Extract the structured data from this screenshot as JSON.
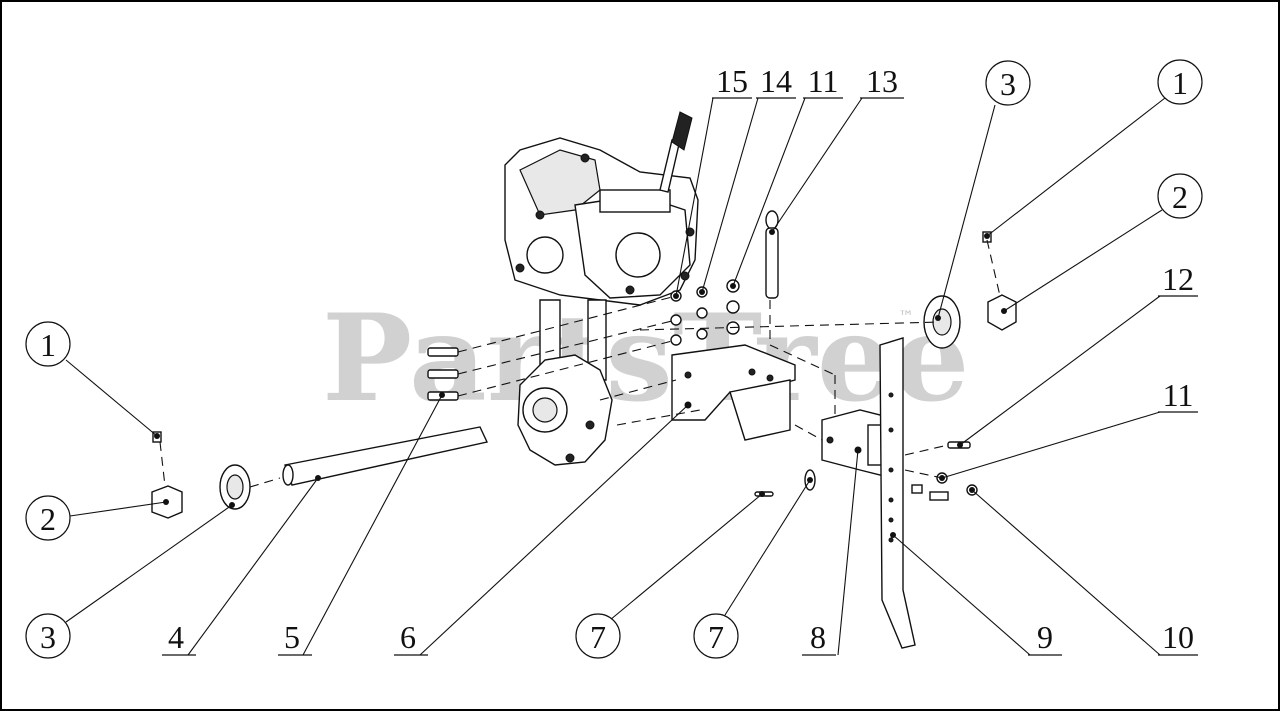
{
  "watermark": {
    "text": "PartsTree",
    "trademark": "™"
  },
  "callouts": [
    {
      "id": "c1-left",
      "label": "1"
    },
    {
      "id": "c2-left",
      "label": "2"
    },
    {
      "id": "c3-left",
      "label": "3"
    },
    {
      "id": "c4",
      "label": "4"
    },
    {
      "id": "c5",
      "label": "5"
    },
    {
      "id": "c6",
      "label": "6"
    },
    {
      "id": "c7-a",
      "label": "7"
    },
    {
      "id": "c7-b",
      "label": "7"
    },
    {
      "id": "c8",
      "label": "8"
    },
    {
      "id": "c9",
      "label": "9"
    },
    {
      "id": "c10",
      "label": "10"
    },
    {
      "id": "c11-right",
      "label": "11"
    },
    {
      "id": "c12",
      "label": "12"
    },
    {
      "id": "c3-right",
      "label": "3"
    },
    {
      "id": "c1-right",
      "label": "1"
    },
    {
      "id": "c2-right",
      "label": "2"
    },
    {
      "id": "c15",
      "label": "15"
    },
    {
      "id": "c14",
      "label": "14"
    },
    {
      "id": "c11-top",
      "label": "11"
    },
    {
      "id": "c13",
      "label": "13"
    }
  ]
}
